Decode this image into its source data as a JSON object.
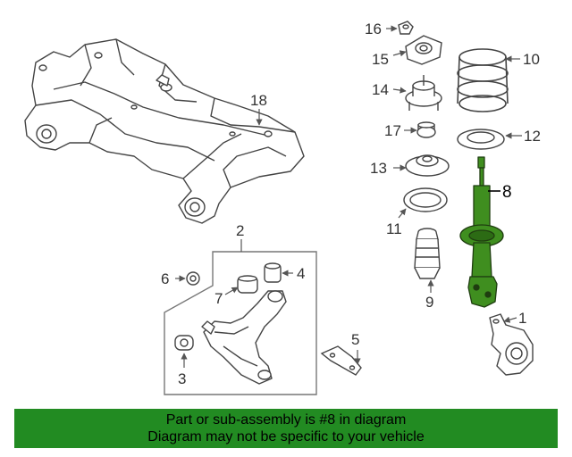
{
  "callouts": {
    "c1": "1",
    "c2": "2",
    "c3": "3",
    "c4": "4",
    "c5": "5",
    "c6": "6",
    "c7": "7",
    "c8": "8",
    "c9": "9",
    "c10": "10",
    "c11": "11",
    "c12": "12",
    "c13": "13",
    "c14": "14",
    "c15": "15",
    "c16": "16",
    "c17": "17",
    "c18": "18"
  },
  "highlight_color": "#3f8e1f",
  "banner": {
    "line1": "Part or sub-assembly is #8 in diagram",
    "line2": "Diagram may not be specific to your vehicle",
    "background": "#228b22"
  }
}
